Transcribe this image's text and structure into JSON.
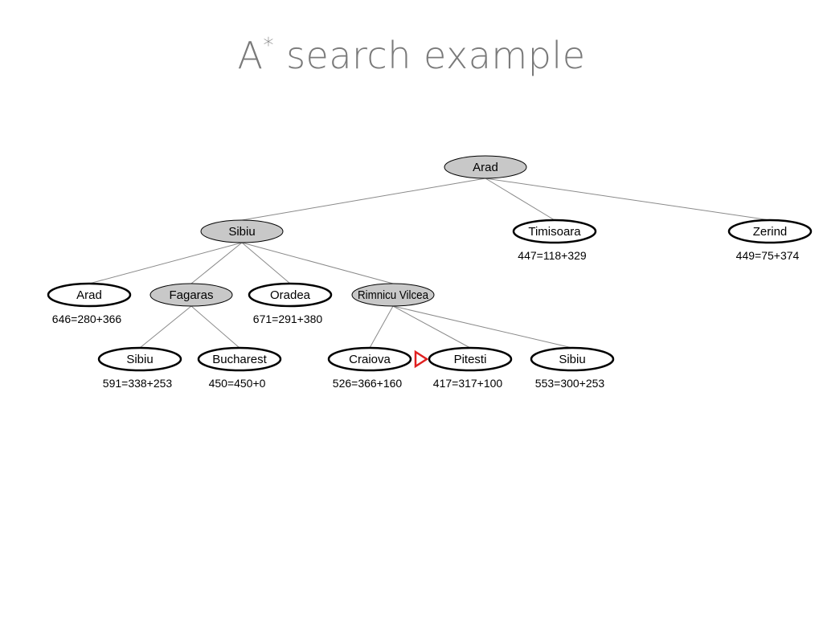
{
  "slide": {
    "title_main": "A",
    "title_sup": "*",
    "title_rest": " search example"
  },
  "colors": {
    "expanded_fill": "#c8c8c8",
    "frontier_fill": "#ffffff",
    "edge": "#8a8a8a",
    "marker": "#e02020"
  },
  "tree": {
    "nodes": [
      {
        "id": "arad-root",
        "label": "Arad",
        "cost": "",
        "expanded": true
      },
      {
        "id": "sibiu",
        "label": "Sibiu",
        "cost": "",
        "expanded": true
      },
      {
        "id": "timisoara",
        "label": "Timisoara",
        "cost": "447=118+329",
        "expanded": false
      },
      {
        "id": "zerind",
        "label": "Zerind",
        "cost": "449=75+374",
        "expanded": false
      },
      {
        "id": "arad-2",
        "label": "Arad",
        "cost": "646=280+366",
        "expanded": false
      },
      {
        "id": "fagaras",
        "label": "Fagaras",
        "cost": "",
        "expanded": true
      },
      {
        "id": "oradea",
        "label": "Oradea",
        "cost": "671=291+380",
        "expanded": false
      },
      {
        "id": "rimnicu-vilcea",
        "label": "Rimnicu Vilcea",
        "cost": "",
        "expanded": true
      },
      {
        "id": "sibiu-2",
        "label": "Sibiu",
        "cost": "591=338+253",
        "expanded": false
      },
      {
        "id": "bucharest",
        "label": "Bucharest",
        "cost": "450=450+0",
        "expanded": false
      },
      {
        "id": "craiova",
        "label": "Craiova",
        "cost": "526=366+160",
        "expanded": false
      },
      {
        "id": "pitesti",
        "label": "Pitesti",
        "cost": "417=317+100",
        "expanded": false
      },
      {
        "id": "sibiu-3",
        "label": "Sibiu",
        "cost": "553=300+253",
        "expanded": false
      }
    ],
    "edges": [
      [
        "arad-root",
        "sibiu"
      ],
      [
        "arad-root",
        "timisoara"
      ],
      [
        "arad-root",
        "zerind"
      ],
      [
        "sibiu",
        "arad-2"
      ],
      [
        "sibiu",
        "fagaras"
      ],
      [
        "sibiu",
        "oradea"
      ],
      [
        "sibiu",
        "rimnicu-vilcea"
      ],
      [
        "fagaras",
        "sibiu-2"
      ],
      [
        "fagaras",
        "bucharest"
      ],
      [
        "rimnicu-vilcea",
        "craiova"
      ],
      [
        "rimnicu-vilcea",
        "pitesti"
      ],
      [
        "rimnicu-vilcea",
        "sibiu-3"
      ]
    ],
    "selected_node": "pitesti"
  }
}
